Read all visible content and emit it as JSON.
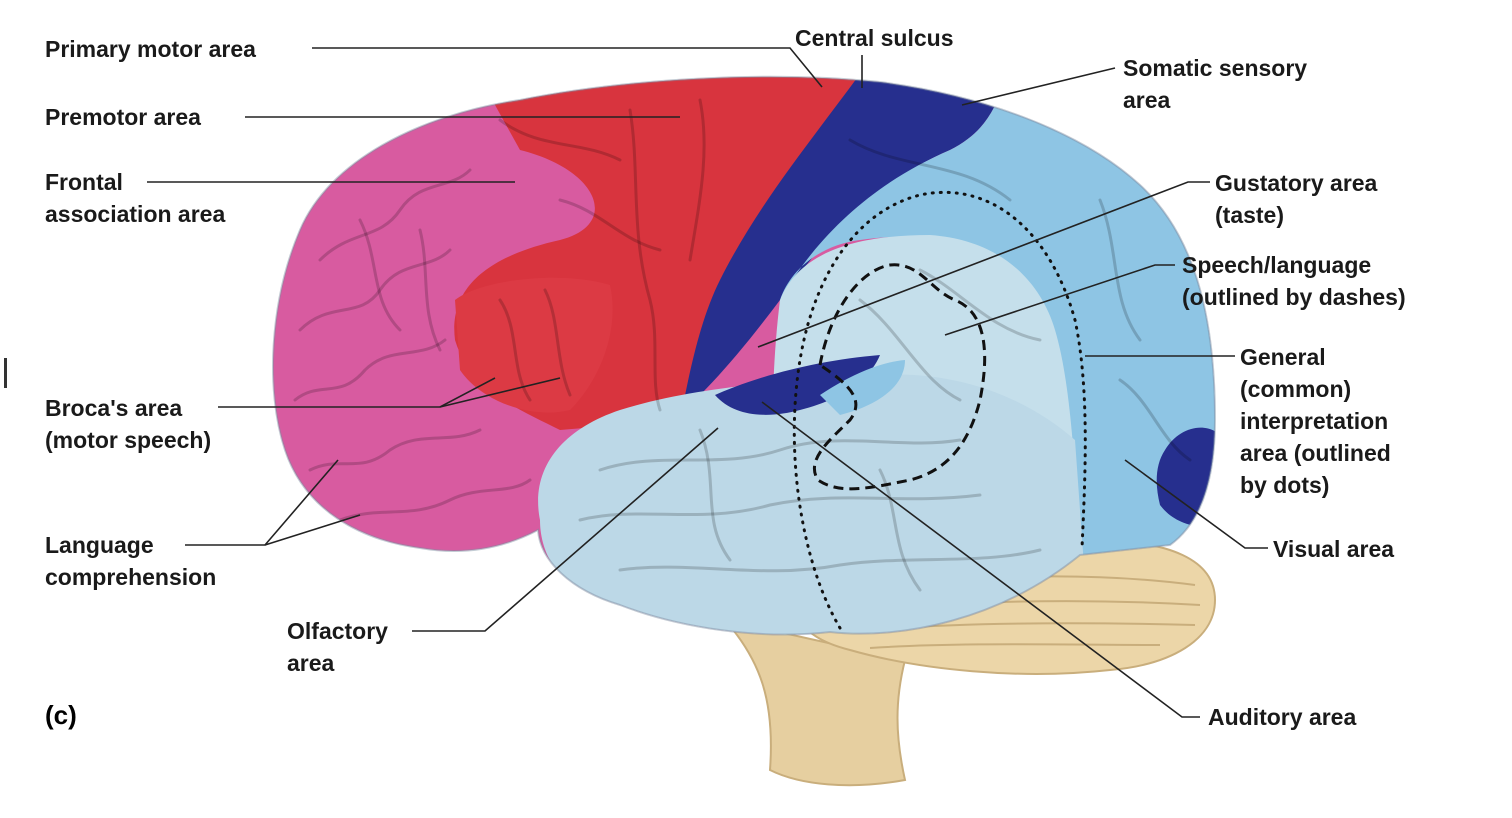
{
  "labels": {
    "primary_motor": "Primary motor area",
    "premotor": "Premotor area",
    "frontal_assoc": [
      "Frontal",
      "association area"
    ],
    "brocas": [
      "Broca's area",
      "(motor speech)"
    ],
    "language": [
      "Language",
      "comprehension"
    ],
    "olfactory": [
      "Olfactory",
      "area"
    ],
    "central_sulcus": "Central sulcus",
    "somatic": [
      "Somatic sensory",
      "area"
    ],
    "gustatory": [
      "Gustatory area",
      "(taste)"
    ],
    "speech": [
      "Speech/language",
      "(outlined by dashes)"
    ],
    "general": [
      "General",
      "(common)",
      "interpretation",
      "area (outlined",
      "by dots)"
    ],
    "visual": "Visual area",
    "auditory": "Auditory area"
  },
  "panel_label": "(c)",
  "colors": {
    "primary_motor": "#d7343d",
    "frontal_association": "#d85ba0",
    "somatic_sensory": "#262f8e",
    "interpretation_area": "#8ec5e4",
    "temporal_lobe": "#b9d7e6",
    "brainstem": "#e8d3a4",
    "leader_line": "#222222"
  }
}
